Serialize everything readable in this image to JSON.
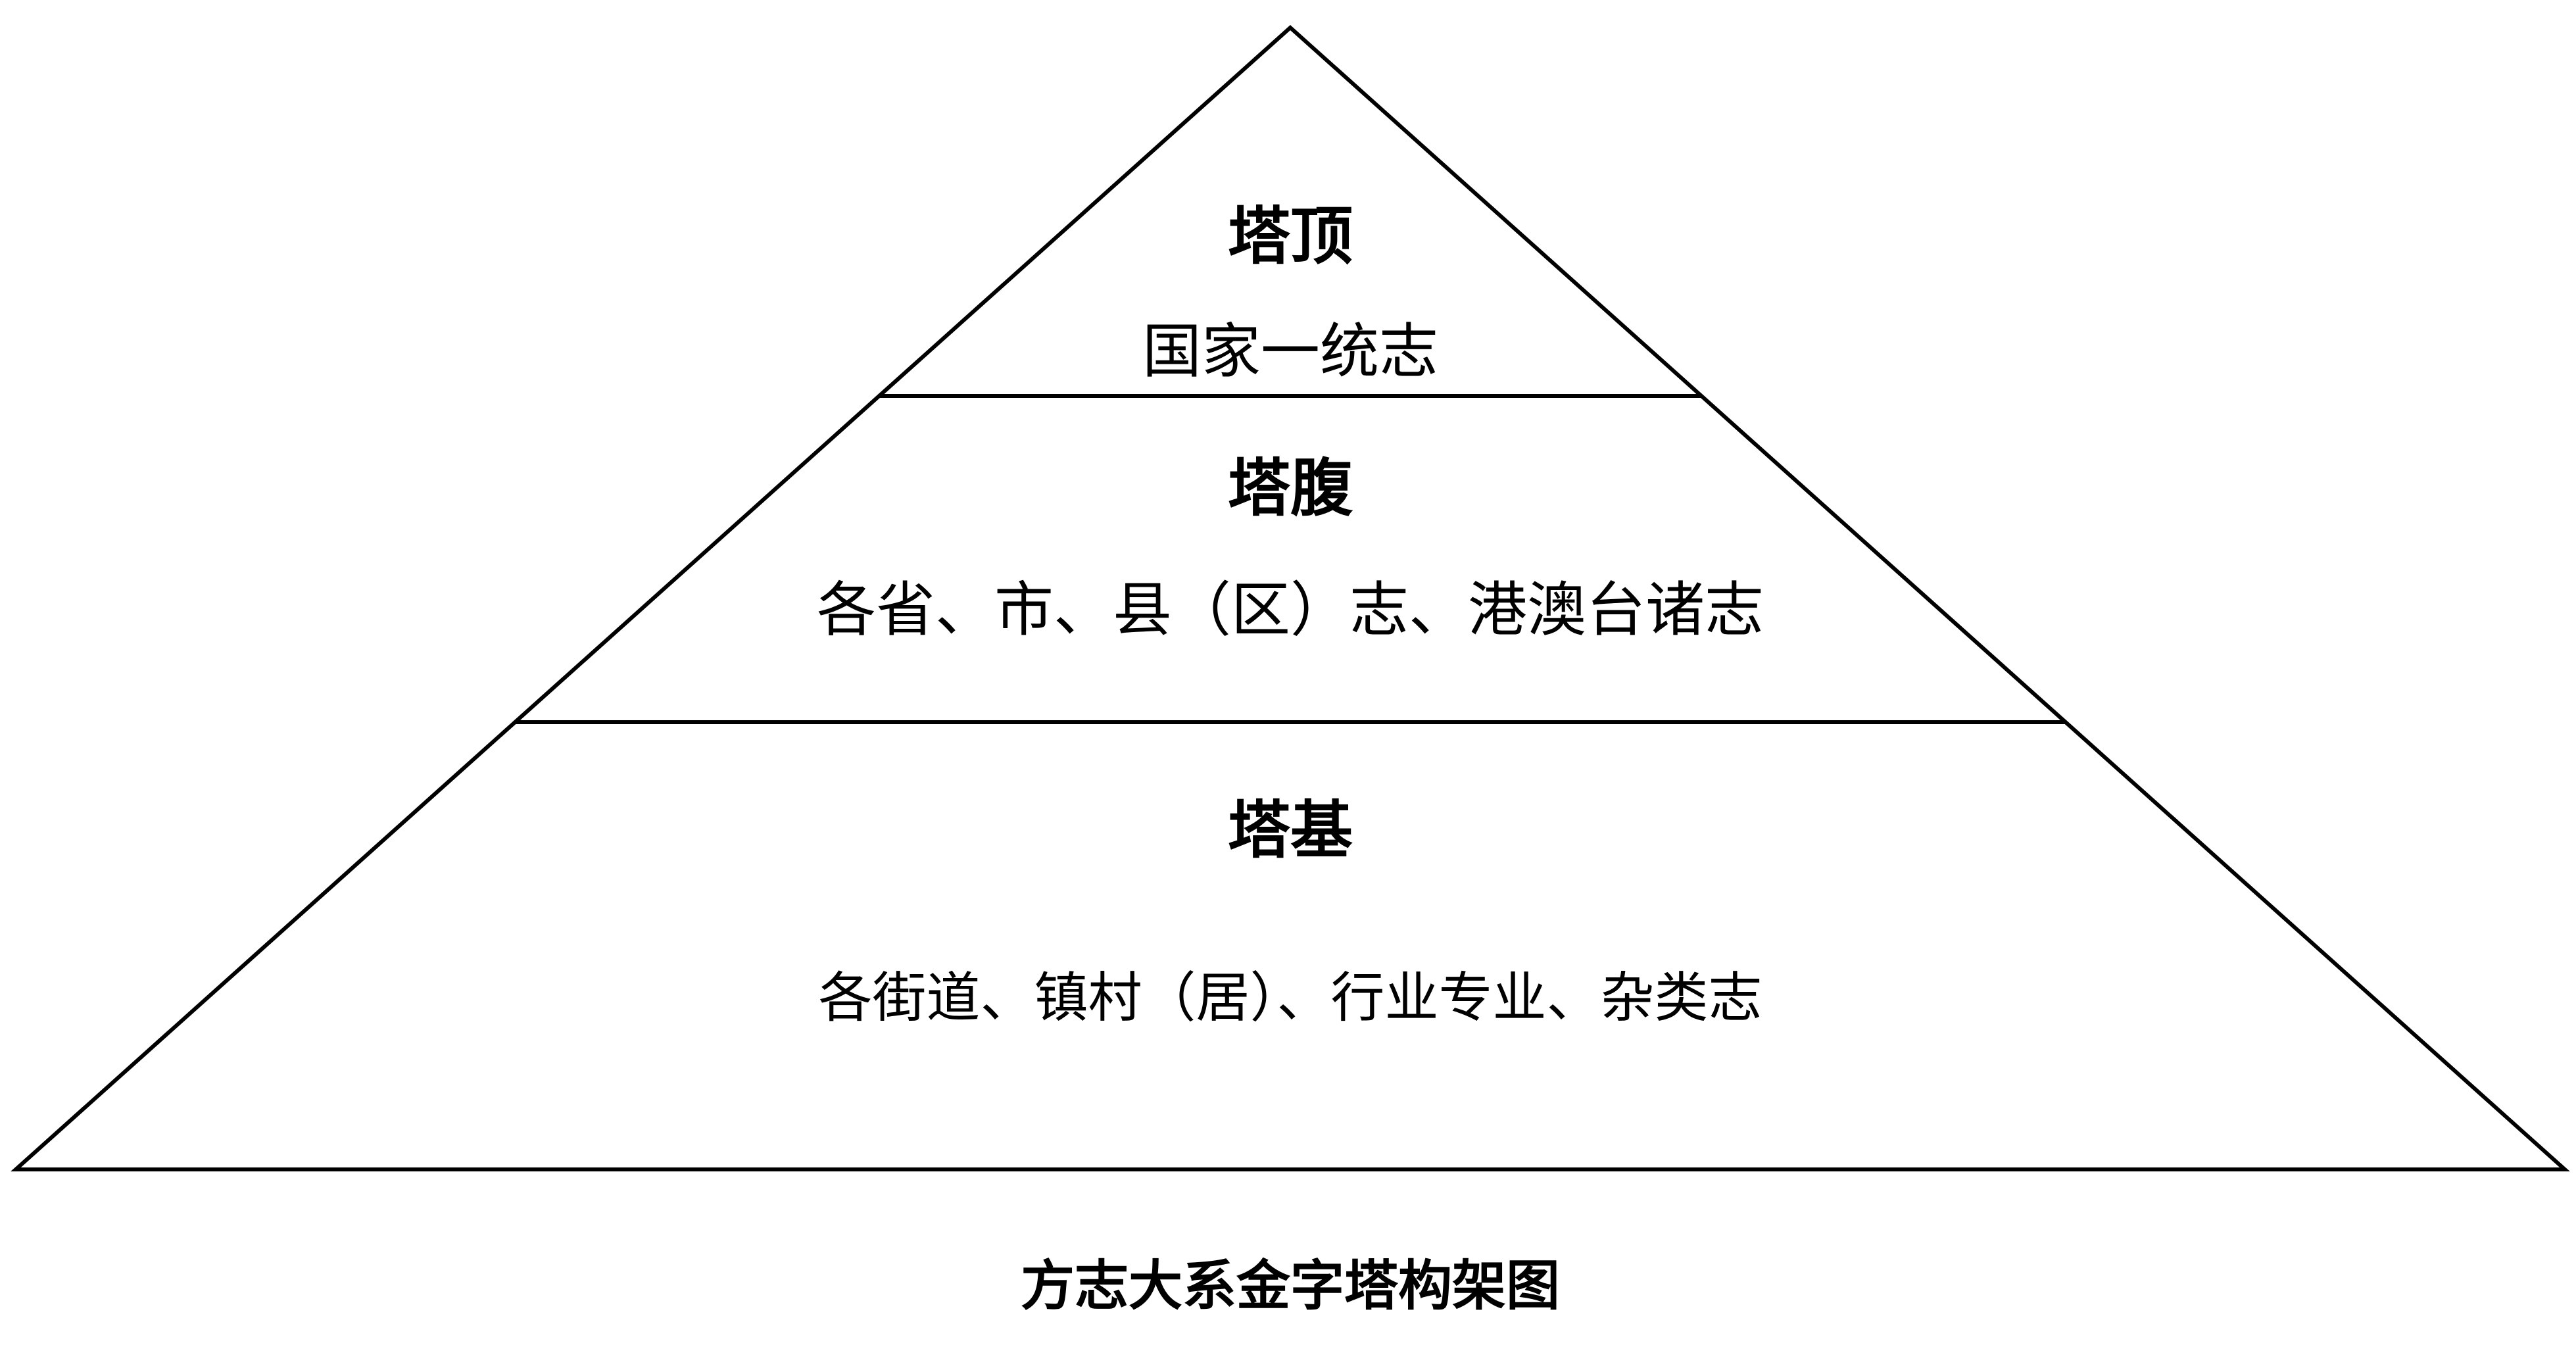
{
  "pyramid": {
    "levels": [
      {
        "title": "塔顶",
        "content": "国家一统志"
      },
      {
        "title": "塔腹",
        "content": "各省、市、县（区）志、港澳台诸志"
      },
      {
        "title": "塔基",
        "content": "各街道、镇村（居）、行业专业、杂类志"
      }
    ]
  },
  "caption": "方志大系金字塔构架图"
}
